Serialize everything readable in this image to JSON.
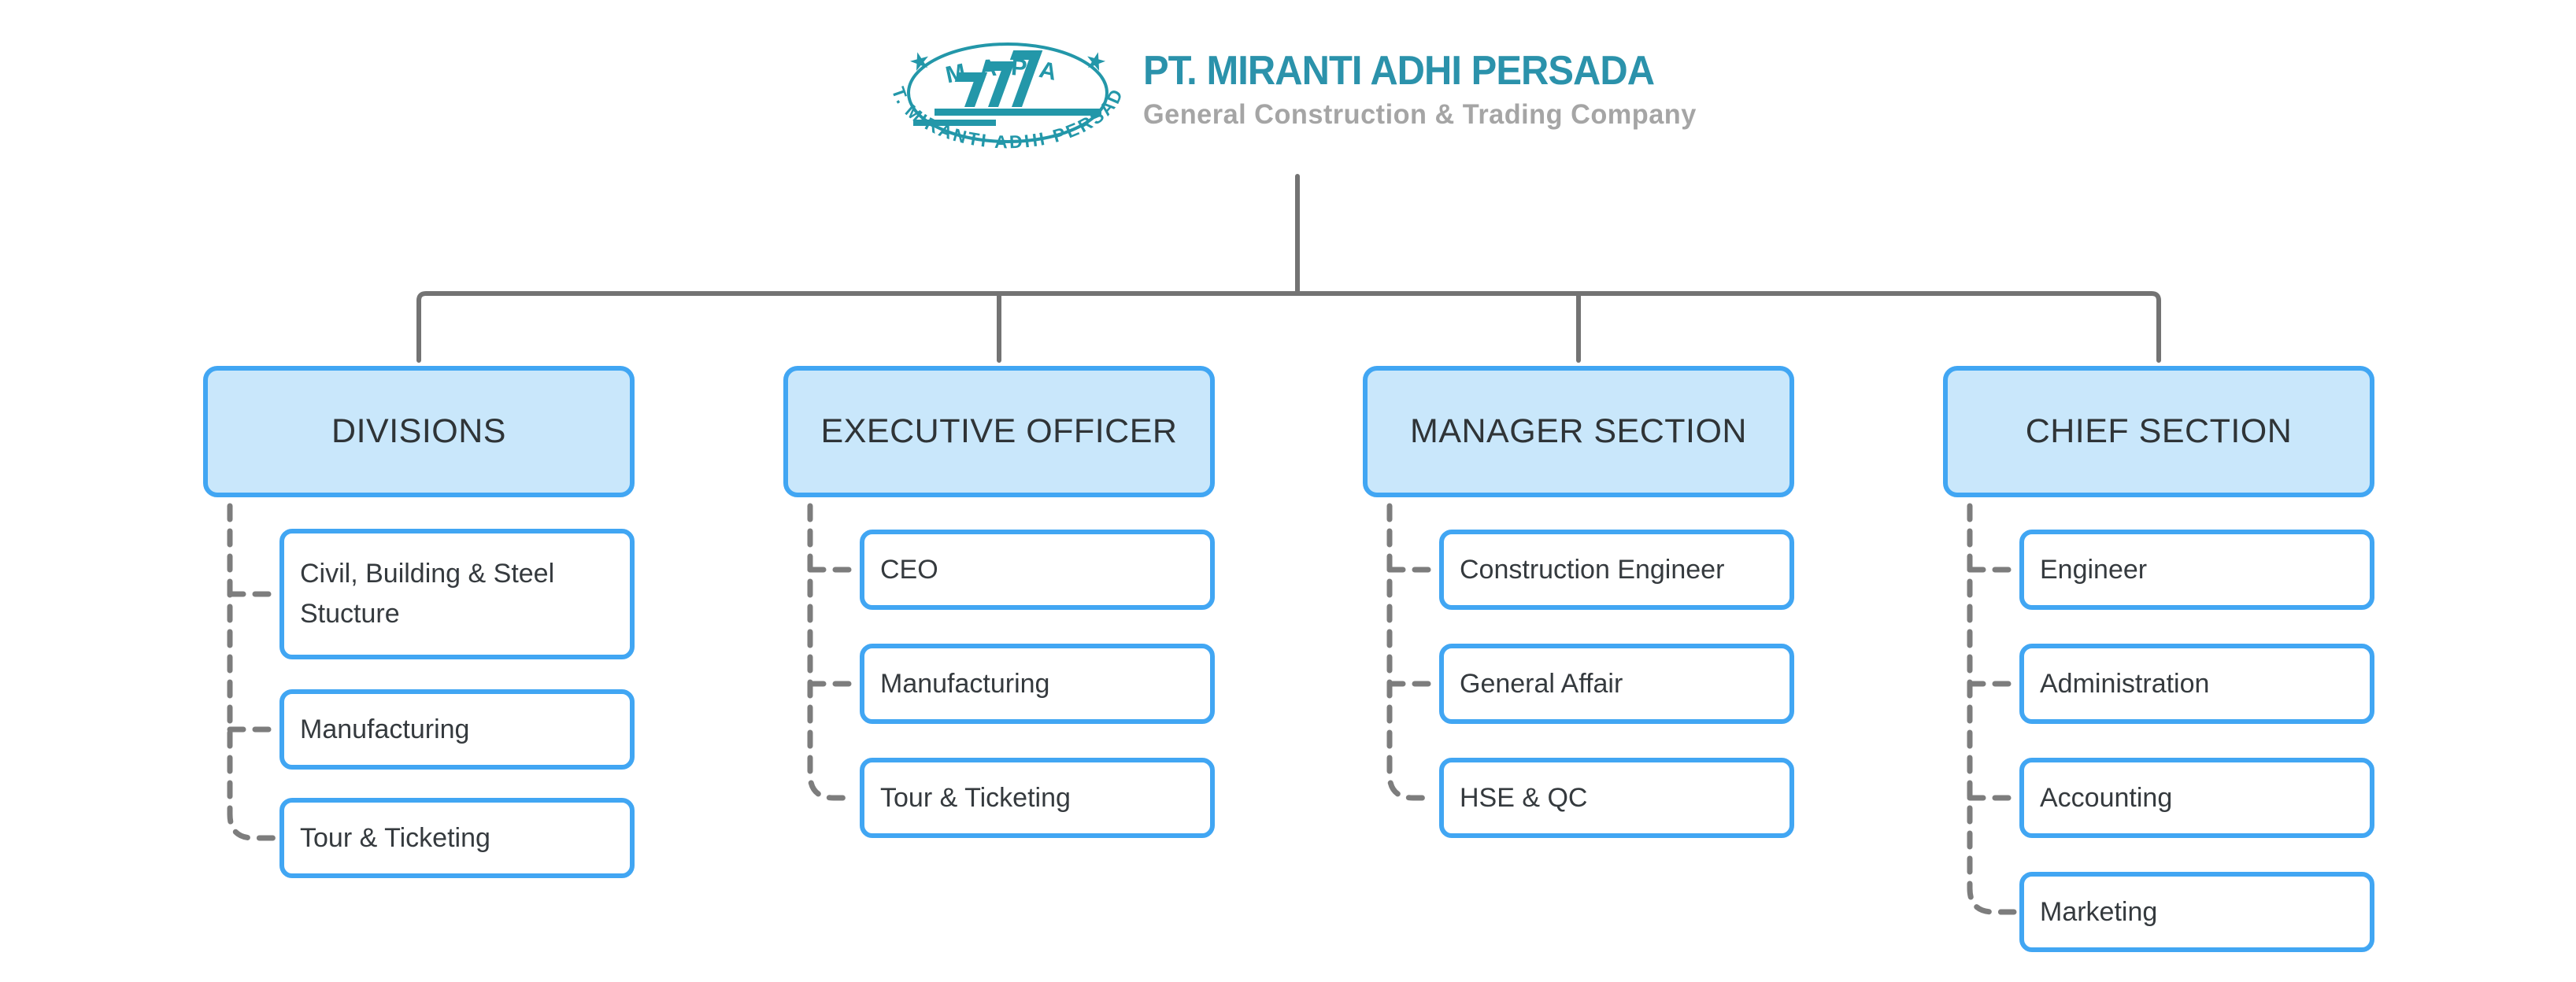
{
  "header": {
    "company_name": "PT. MIRANTI ADHI PERSADA",
    "tagline": "General Construction & Trading Company"
  },
  "logo": {
    "arc_top_text": "MAPA",
    "arc_bottom_text": "PT. MIRANTI ADHI PERSADA",
    "star_glyph": "★"
  },
  "colors": {
    "accent_blue": "#41a6f3",
    "header_fill": "#c9e7fb",
    "line_gray": "#737373",
    "dash_gray": "#7d7d7d",
    "teal": "#2397a9",
    "title_teal": "#2b92ab",
    "subtitle_gray": "#a5a5a5",
    "text_dark": "#2f3437"
  },
  "org_chart": {
    "columns": [
      {
        "title": "DIVISIONS",
        "children": [
          "Civil, Building & Steel Stucture",
          "Manufacturing",
          "Tour & Ticketing"
        ]
      },
      {
        "title": "EXECUTIVE OFFICER",
        "children": [
          "CEO",
          "Manufacturing",
          "Tour & Ticketing"
        ]
      },
      {
        "title": "MANAGER SECTION",
        "children": [
          "Construction Engineer",
          "General Affair",
          "HSE & QC"
        ]
      },
      {
        "title": "CHIEF SECTION",
        "children": [
          "Engineer",
          "Administration",
          "Accounting",
          "Marketing"
        ]
      }
    ]
  }
}
